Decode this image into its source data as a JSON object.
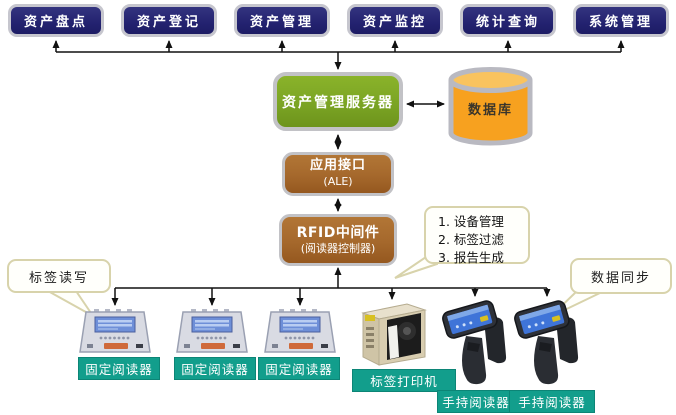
{
  "top_modules": [
    {
      "label": "资产盘点"
    },
    {
      "label": "资产登记"
    },
    {
      "label": "资产管理"
    },
    {
      "label": "资产监控"
    },
    {
      "label": "统计查询"
    },
    {
      "label": "系统管理"
    }
  ],
  "server": {
    "label": "资产管理服务器"
  },
  "database": {
    "label": "数据库"
  },
  "app_interface": {
    "title": "应用接口",
    "subtitle": "(ALE)"
  },
  "middleware": {
    "title": "RFID中间件",
    "subtitle": "(阅读器控制器)"
  },
  "middleware_functions": {
    "items": [
      "1. 设备管理",
      "2. 标签过滤",
      "3. 报告生成"
    ]
  },
  "callouts": {
    "tag_read_write": "标签读写",
    "data_sync": "数据同步"
  },
  "device_labels": {
    "fixed_readers": [
      "固定阅读器",
      "固定阅读器",
      "固定阅读器"
    ],
    "label_printer": "标签打印机",
    "handheld_readers": [
      "手持阅读器",
      "手持阅读器"
    ]
  },
  "colors": {
    "module_box": "#232270",
    "server_box": "#7ba424",
    "database_body": "#f7a11f",
    "database_top": "#f9c35e",
    "interface_box": "#a5682c",
    "device_label": "#129e8c",
    "callout_border": "#d8d3ab",
    "line": "#111111"
  }
}
